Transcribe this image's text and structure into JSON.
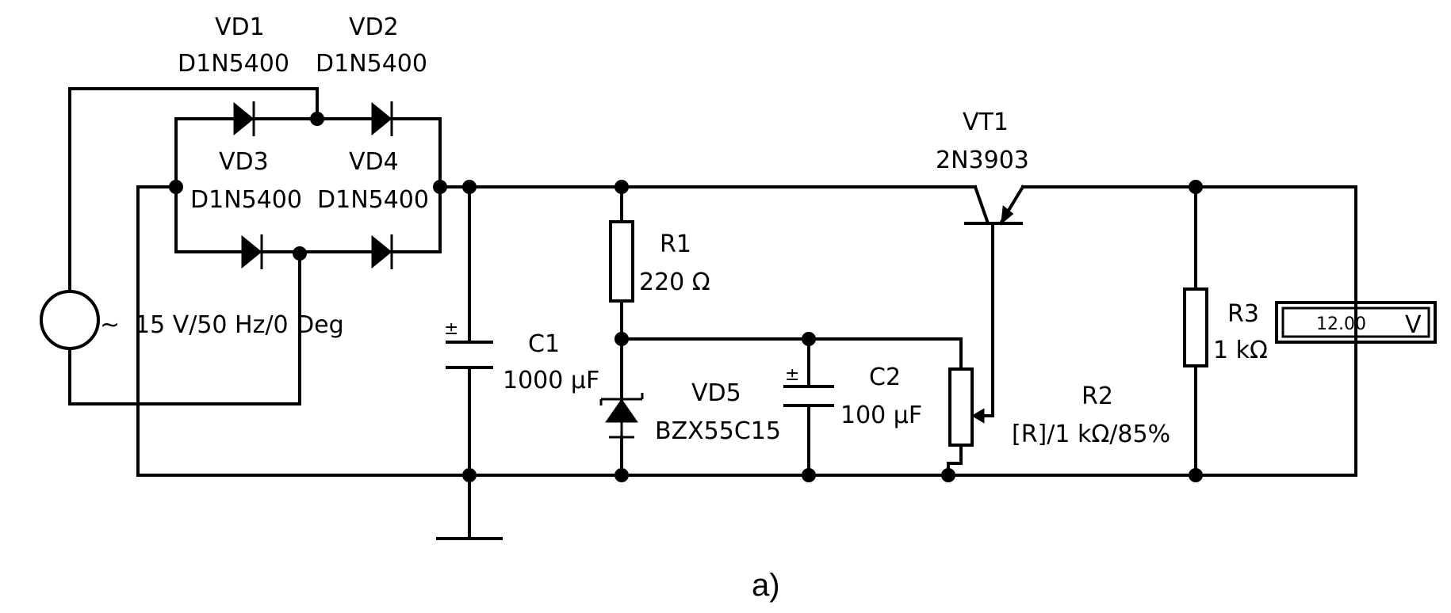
{
  "components": {
    "vd1": {
      "ref": "VD1",
      "model": "D1N5400"
    },
    "vd2": {
      "ref": "VD2",
      "model": "D1N5400"
    },
    "vd3": {
      "ref": "VD3",
      "model": "D1N5400"
    },
    "vd4": {
      "ref": "VD4",
      "model": "D1N5400"
    },
    "source": {
      "spec": "15 V/50 Hz/0 Deg",
      "symbol": "~"
    },
    "c1": {
      "ref": "C1",
      "value": "1000 µF",
      "polarity": "±"
    },
    "r1": {
      "ref": "R1",
      "value": "220 Ω"
    },
    "vd5": {
      "ref": "VD5",
      "model": "BZX55C15"
    },
    "c2": {
      "ref": "C2",
      "value": "100 µF",
      "polarity": "±"
    },
    "vt1": {
      "ref": "VT1",
      "model": "2N3903"
    },
    "r2": {
      "ref": "R2",
      "value": "[R]/1 kΩ/85%"
    },
    "r3": {
      "ref": "R3",
      "value": "1 kΩ"
    },
    "voltmeter": {
      "reading": "12.00",
      "unit": "V"
    }
  },
  "caption": "a)"
}
